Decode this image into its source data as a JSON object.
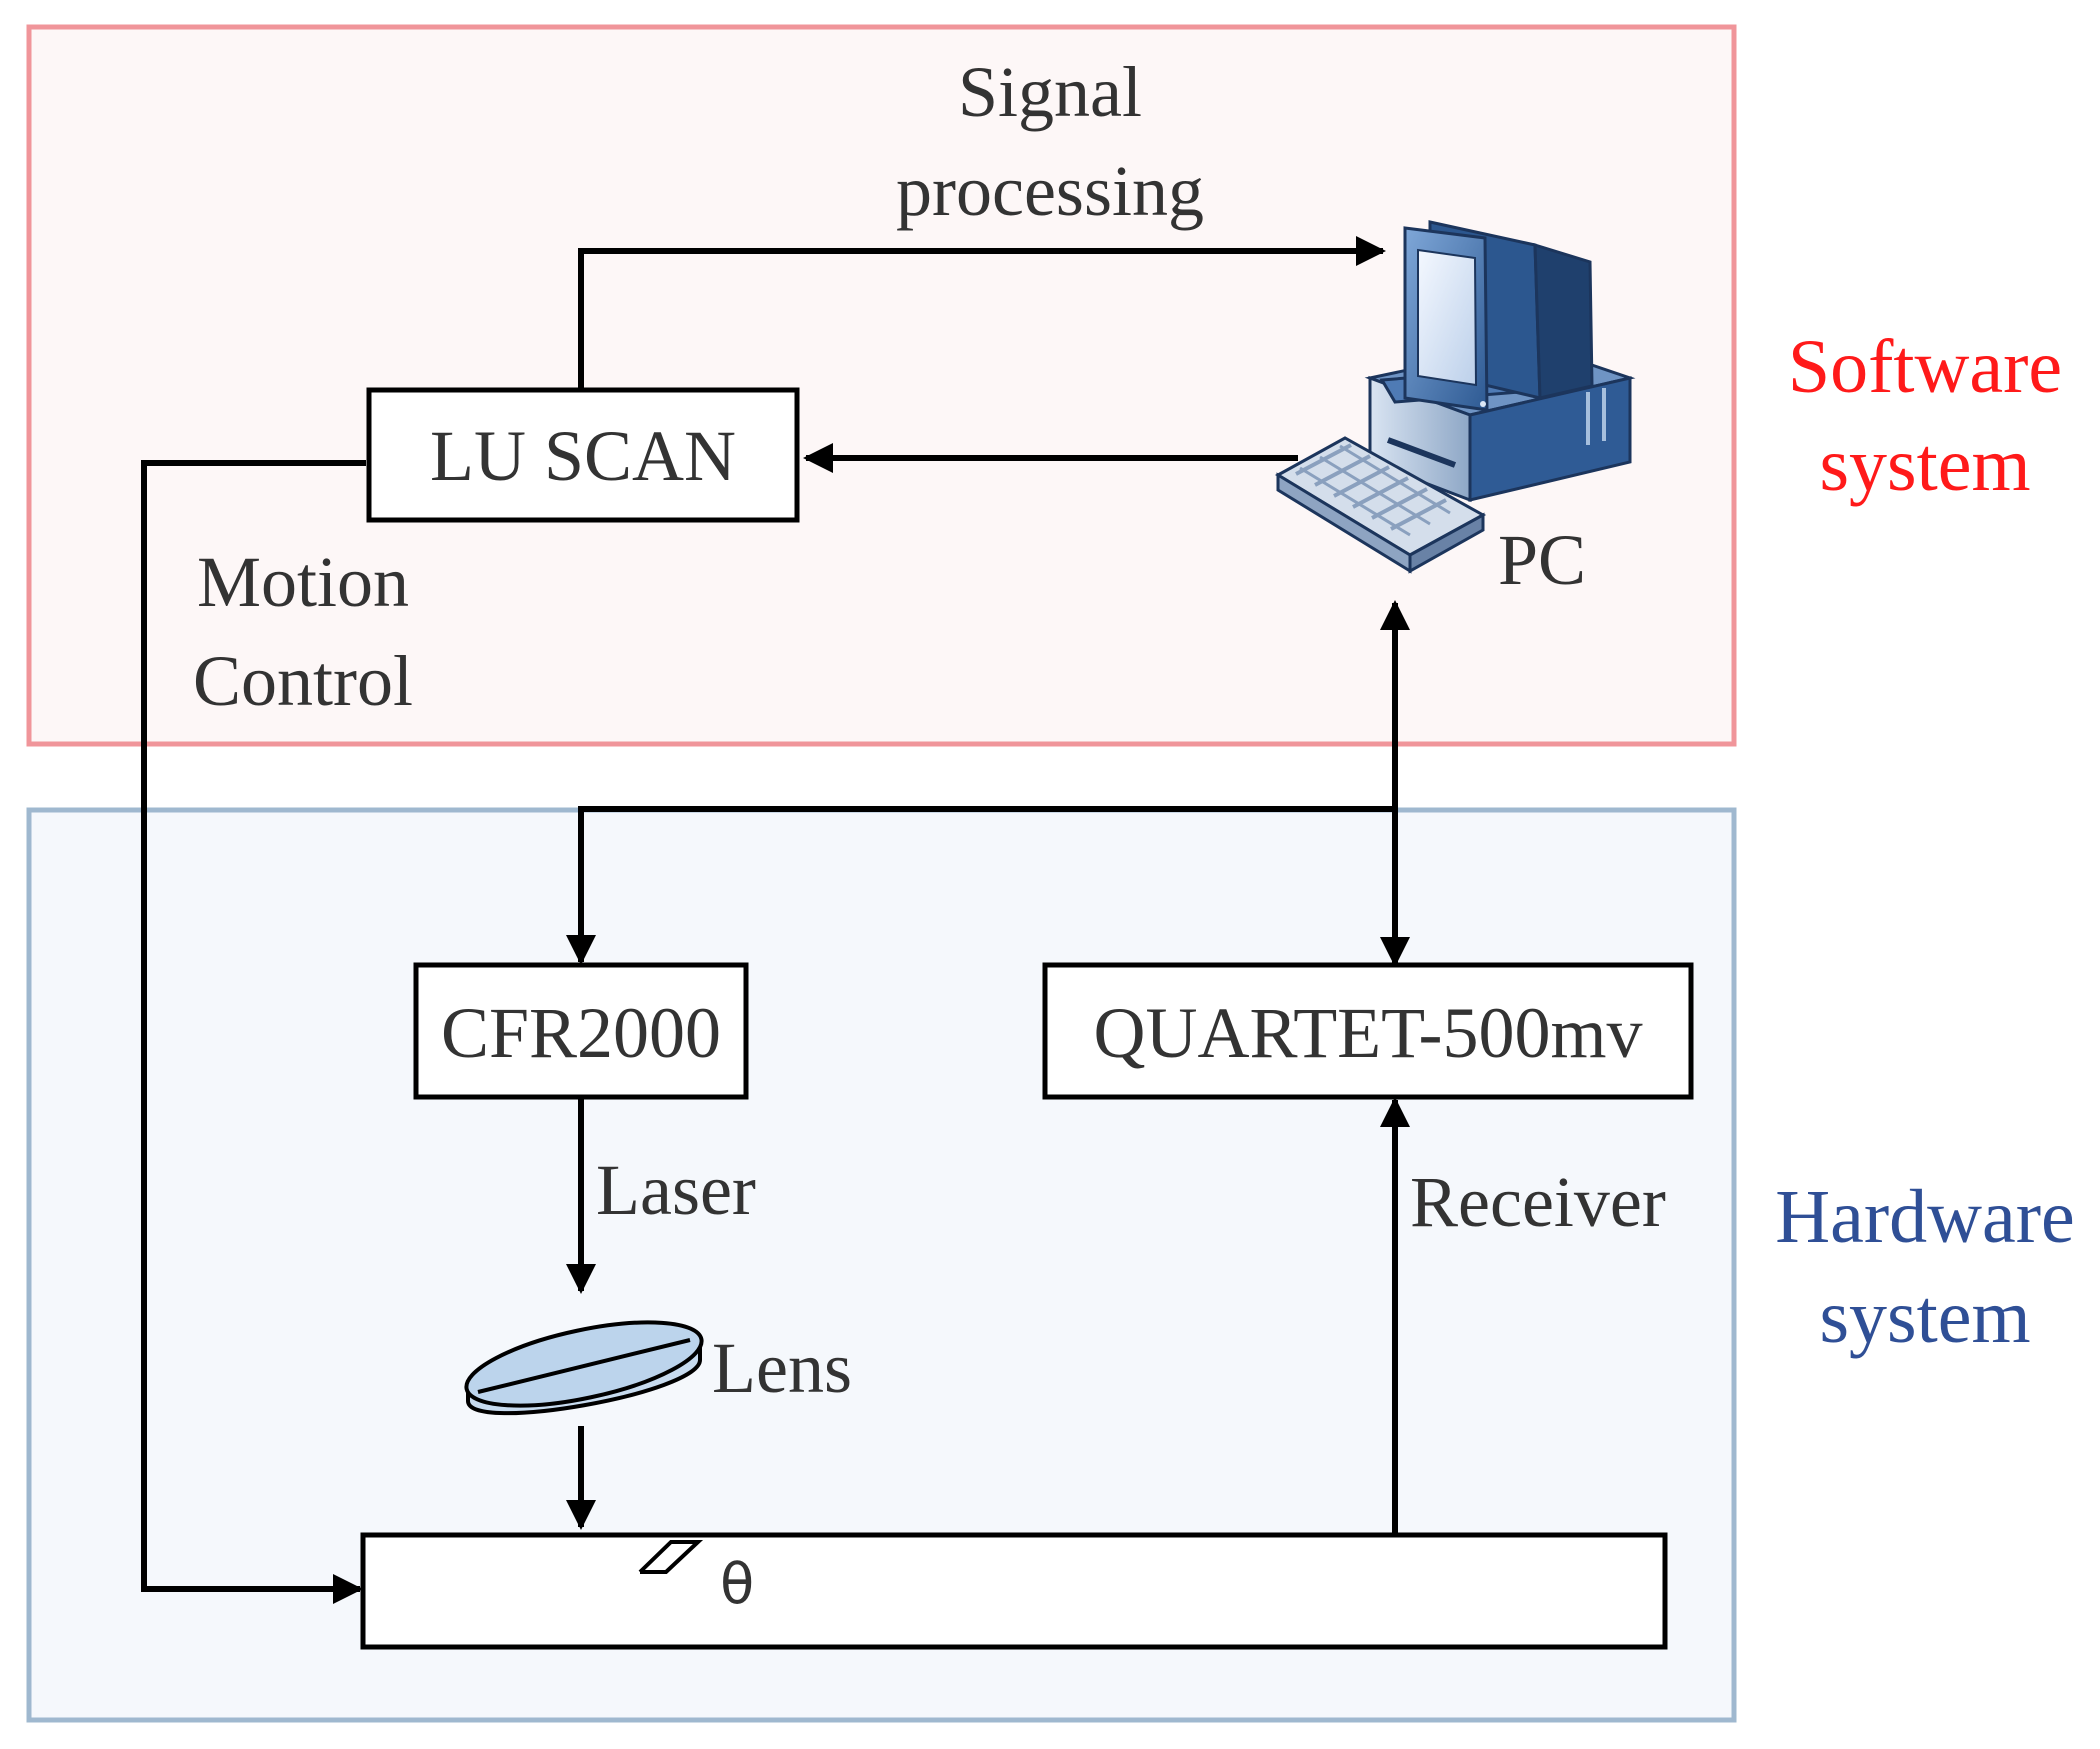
{
  "colors": {
    "software_border": "#f0959a",
    "software_fill": "#fdf7f7",
    "software_text": "#ff1a1a",
    "hardware_border": "#9fb8cf",
    "hardware_fill": "#f5f8fc",
    "hardware_text": "#2f4f96",
    "text": "#333333",
    "line": "#000000",
    "lens_fill": "#bcd4ec",
    "pc_blue": "#4f7bb5"
  },
  "software_system": {
    "label_line1": "Software",
    "label_line2": "system"
  },
  "hardware_system": {
    "label_line1": "Hardware",
    "label_line2": "system"
  },
  "nodes": {
    "lu_scan": "LU SCAN",
    "pc": "PC",
    "cfr2000": "CFR2000",
    "quartet": "QUARTET-500mv",
    "lens": "Lens",
    "angle": "θ"
  },
  "edges": {
    "signal_processing_line1": "Signal",
    "signal_processing_line2": "processing",
    "motion_control_line1": "Motion",
    "motion_control_line2": "Control",
    "laser": "Laser",
    "receiver": "Receiver"
  },
  "icons": {
    "pc": "desktop-computer-icon",
    "lens": "lens-icon"
  }
}
